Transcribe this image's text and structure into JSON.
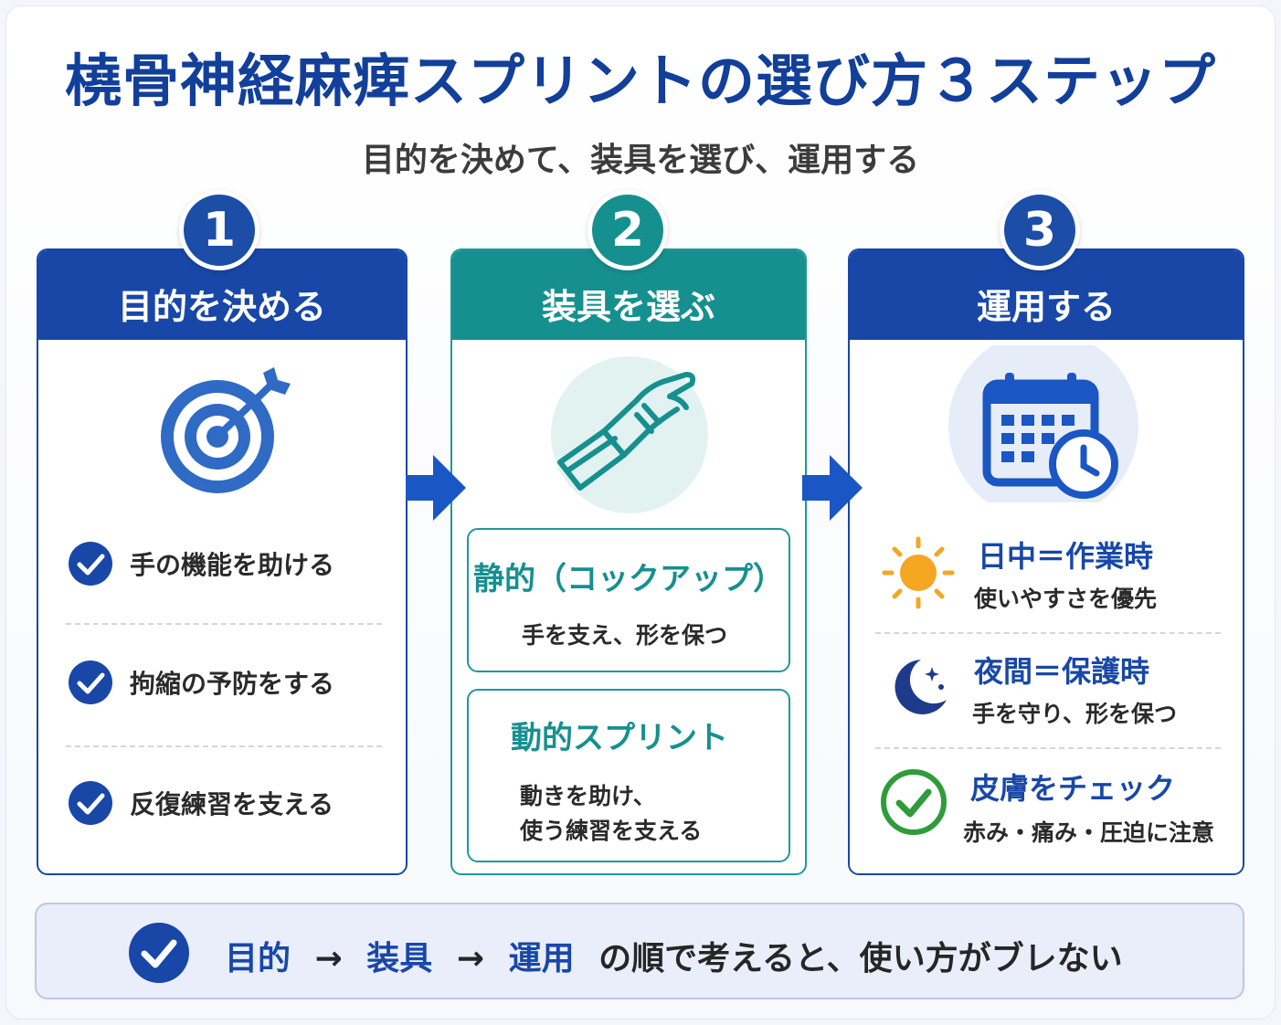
{
  "title": "橈骨神経麻痺スプリントの選び方３ステップ",
  "subtitle": "目的を決めて、装具を選び、運用する",
  "steps": [
    {
      "number": "1",
      "title": "目的を決める",
      "icon": "target-icon",
      "items": [
        "手の機能を助ける",
        "拘縮の予防をする",
        "反復練習を支える"
      ]
    },
    {
      "number": "2",
      "title": "装具を選ぶ",
      "icon": "wrist-splint-icon",
      "options": [
        {
          "title": "静的（コックアップ）",
          "desc": "手を支え、形を保つ"
        },
        {
          "title": "動的スプリント",
          "desc_line1": "動きを助け、",
          "desc_line2": "使う練習を支える"
        }
      ]
    },
    {
      "number": "3",
      "title": "運用する",
      "icon": "calendar-clock-icon",
      "items": [
        {
          "icon": "sun-icon",
          "title": "日中＝作業時",
          "desc": "使いやすさを優先"
        },
        {
          "icon": "moon-icon",
          "title": "夜間＝保護時",
          "desc": "手を守り、形を保つ"
        },
        {
          "icon": "check-circle-icon",
          "title": "皮膚をチェック",
          "desc": "赤み・痛み・圧迫に注意"
        }
      ]
    }
  ],
  "summary": {
    "word1": "目的",
    "arrow1": "→",
    "word2": "装具",
    "arrow2": "→",
    "word3": "運用",
    "rest": "の順で考えると、使い方がブレない"
  },
  "colors": {
    "primary_blue": "#1847a8",
    "teal": "#16908f",
    "sun": "#f5a623",
    "moon": "#1e3a8a",
    "check_green": "#2e9c3a"
  }
}
